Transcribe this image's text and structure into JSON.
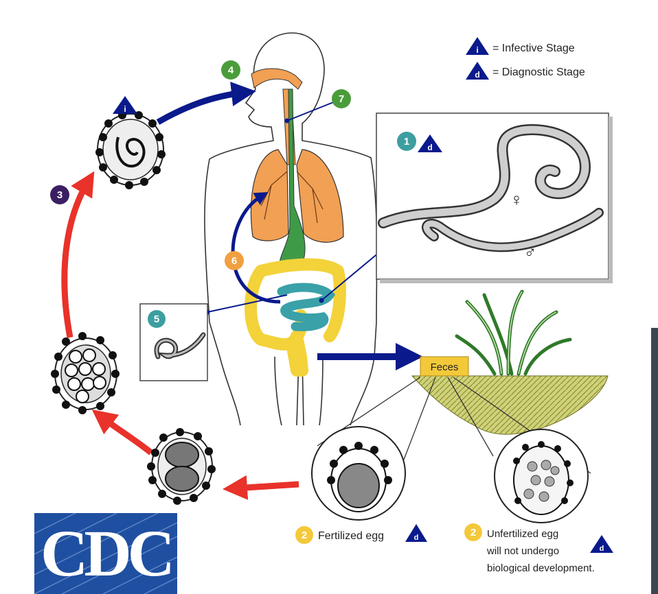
{
  "legend": {
    "infective_symbol": "i",
    "infective_text": "= Infective Stage",
    "diagnostic_symbol": "d",
    "diagnostic_text": "= Diagnostic Stage"
  },
  "steps": {
    "s1": "1",
    "s2a": "2",
    "s2b": "2",
    "s3": "3",
    "s4": "4",
    "s5": "5",
    "s6": "6",
    "s7": "7"
  },
  "labels": {
    "feces": "Feces",
    "female_symbol": "♀",
    "male_symbol": "♂",
    "fertilized_egg": "Fertilized egg",
    "unfertilized_line1": "Unfertilized egg",
    "unfertilized_line2": "will not undergo",
    "unfertilized_line3": "biological development."
  },
  "logo": {
    "text": "CDC"
  },
  "colors": {
    "arrow_blue": "#0a1a8c",
    "arrow_red": "#e8322a",
    "step_green": "#4a9d3a",
    "step_purple": "#3b1f63",
    "step_teal": "#3d9ea0",
    "step_orange": "#f0a040",
    "step_yellow": "#f3c93a",
    "lung_orange": "#f1a054",
    "gut_green": "#3f9a48",
    "gut_yellow": "#f3d23a",
    "gut_teal": "#3aa1a8",
    "logo_blue": "#1f4fa0"
  }
}
